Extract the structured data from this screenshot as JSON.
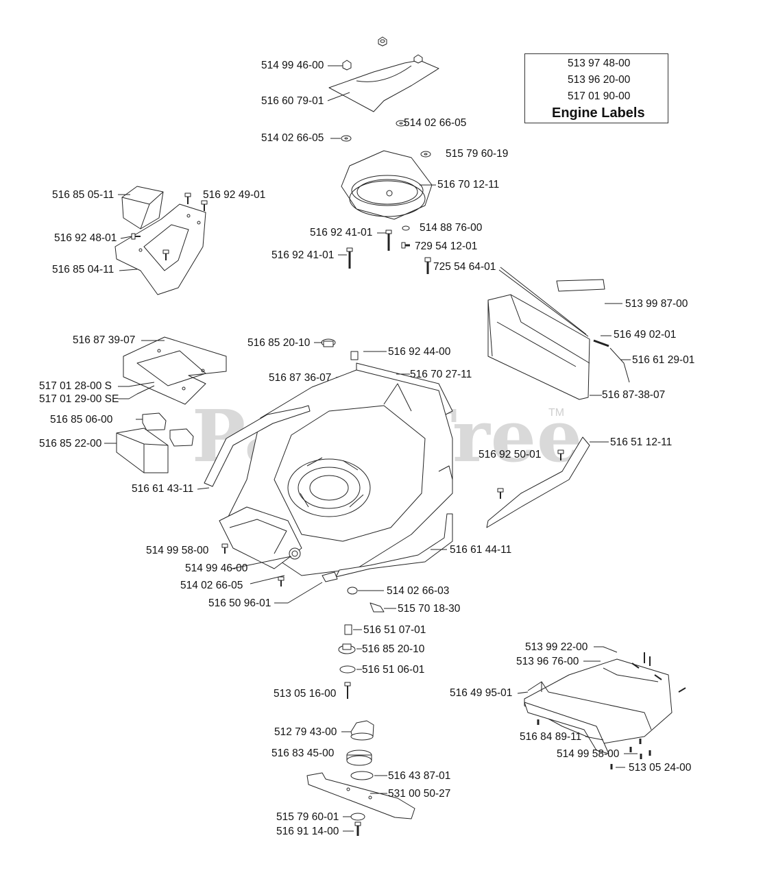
{
  "watermark": {
    "text": "PartsTree",
    "tm": "TM"
  },
  "legend": {
    "title": "Engine Labels",
    "items": [
      "513 97 48-00",
      "513 96 20-00",
      "517 01 90-00"
    ]
  },
  "parts": [
    "514 99 46-00",
    "516 60 79-01",
    "514 02 66-05",
    "514 02 66-05",
    "515 79 60-19",
    "516 70 12-11",
    "516 92 41-01",
    "514 88 76-00",
    "729 54 12-01",
    "516 92 41-01",
    "725 54 64-01",
    "516 85 05-11",
    "516 92 49-01",
    "516 92 48-01",
    "516 85 04-11",
    "513 99 87-00",
    "516 49 02-01",
    "516 61 29-01",
    "516 87-38-07",
    "516 87 39-07",
    "517 01 28-00 S",
    "517 01 29-00 SE",
    "516 85 06-00",
    "516 85 22-00",
    "516 85 20-10",
    "516 92 44-00",
    "516 87 36-07",
    "516 70 27-11",
    "516 51 12-11",
    "516 92 50-01",
    "516 61 43-11",
    "514 99 58-00",
    "514 99 46-00",
    "514 02 66-05",
    "516 61 44-11",
    "514 02 66-03",
    "516 50 96-01",
    "515 70 18-30",
    "516 51 07-01",
    "516 85 20-10",
    "516 51 06-01",
    "513 05 16-00",
    "513 99 22-00",
    "513 96 76-00",
    "516 49 95-01",
    "512 79 43-00",
    "516 83 45-00",
    "516 43 87-01",
    "531 00 50-27",
    "516 84 89-11",
    "514 99 58-00",
    "513 05 24-00",
    "515 79 60-01",
    "516 91 14-00"
  ]
}
